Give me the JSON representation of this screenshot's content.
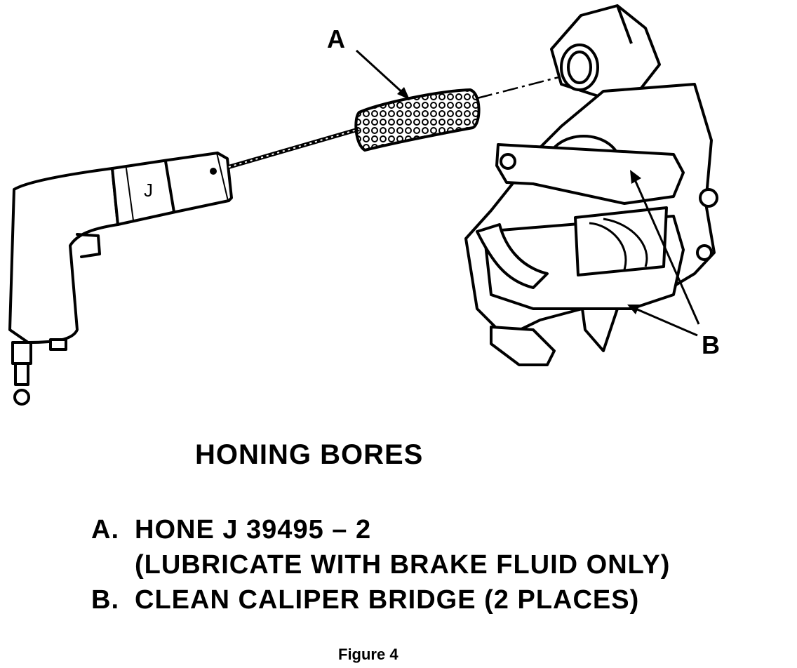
{
  "callouts": {
    "a": "A",
    "b": "B"
  },
  "caption": {
    "title": "HONING BORES"
  },
  "legend": {
    "a_key": "A.",
    "a_text": "HONE J 39495 – 2",
    "a_note": "(LUBRICATE WITH BRAKE FLUID ONLY)",
    "b_key": "B.",
    "b_text": "CLEAN CALIPER BRIDGE (2 PLACES)"
  },
  "figure_label": "Figure 4",
  "colors": {
    "ink": "#000000",
    "paper": "#ffffff"
  }
}
